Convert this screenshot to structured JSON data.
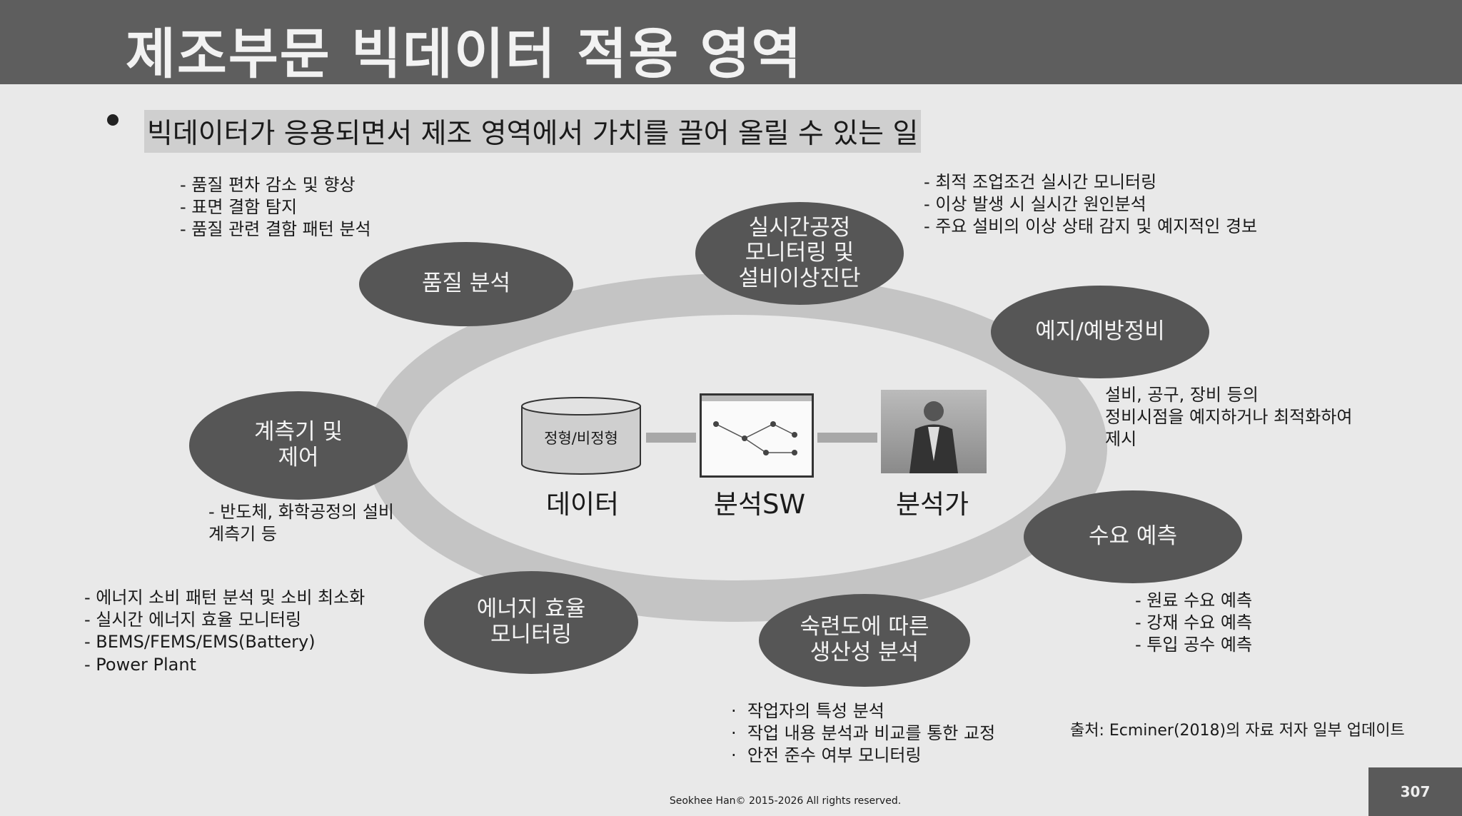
{
  "title": "제조부문 빅데이터 적용 영역",
  "bullet": "빅데이터가 응용되면서 제조 영역에서 가치를 끌어 올릴 수 있는 일",
  "areas": {
    "quality": {
      "label": "품질 분석",
      "notes": "- 품질 편차 감소 및 향상\n- 표면 결함 탐지\n- 품질 관련 결함 패턴 분석"
    },
    "realtime": {
      "label": "실시간공정\n모니터링 및\n설비이상진단",
      "notes": "- 최적 조업조건 실시간 모니터링\n- 이상 발생 시 실시간 원인분석\n- 주요 설비의 이상 상태 감지 및 예지적인 경보"
    },
    "predictive": {
      "label": "예지/예방정비",
      "notes": "설비, 공구, 장비 등의\n정비시점을 예지하거나 최적화하여\n제시"
    },
    "instrument": {
      "label": "계측기 및\n제어",
      "notes": "- 반도체, 화학공정의 설비\n계측기 등"
    },
    "demand": {
      "label": "수요 예측",
      "notes": "- 원료 수요 예측\n- 강재 수요 예측\n- 투입 공수 예측"
    },
    "energy": {
      "label": "에너지 효율\n모니터링",
      "notes": "- 에너지 소비 패턴 분석 및 소비 최소화\n- 실시간 에너지 효율 모니터링\n- BEMS/FEMS/EMS(Battery)\n- Power Plant"
    },
    "skill": {
      "label": "숙련도에 따른\n생산성 분석",
      "notes": "·  작업자의 특성 분석\n·  작업 내용 분석과 비교를 통한 교정\n·  안전 준수 여부 모니터링"
    }
  },
  "center": {
    "db_label": "정형/비정형",
    "data": "데이터",
    "software": "분석SW",
    "analyst": "분석가"
  },
  "source": "출처: Ecminer(2018)의 자료 저자 일부 업데이트",
  "copyright": "Seokhee Han© 2015-2026 All rights reserved.",
  "page_number": "307"
}
